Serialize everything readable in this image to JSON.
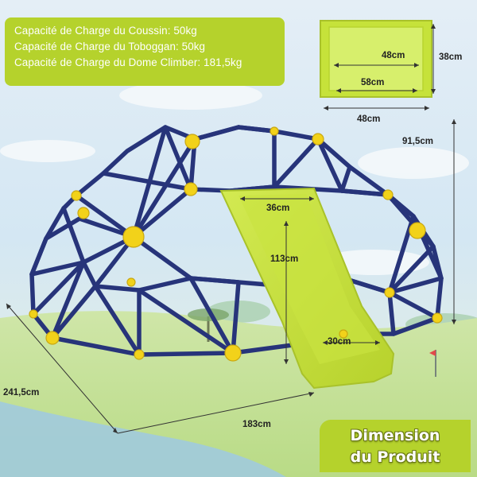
{
  "capacity": {
    "line1": "Capacité de Charge du Coussin: 50kg",
    "line2": "Capacité de Charge du Toboggan: 50kg",
    "line3": "Capacité de Charge du Dome Climber: 181,5kg"
  },
  "cushion_dims": {
    "inner_width": "48cm",
    "height": "38cm",
    "inner_depth": "58cm",
    "outer_width": "48cm"
  },
  "dome_dims": {
    "height": "91,5cm",
    "depth": "241,5cm",
    "width": "183cm"
  },
  "slide_dims": {
    "top_width": "36cm",
    "length": "113cm",
    "bottom_width": "30cm"
  },
  "badge": {
    "line1": "Dimension",
    "line2": "du Produit"
  },
  "colors": {
    "accent_green": "#b5d22c",
    "frame_navy": "#27347a",
    "connector_yellow": "#f2d21a",
    "slide_green": "#c6e23a"
  }
}
